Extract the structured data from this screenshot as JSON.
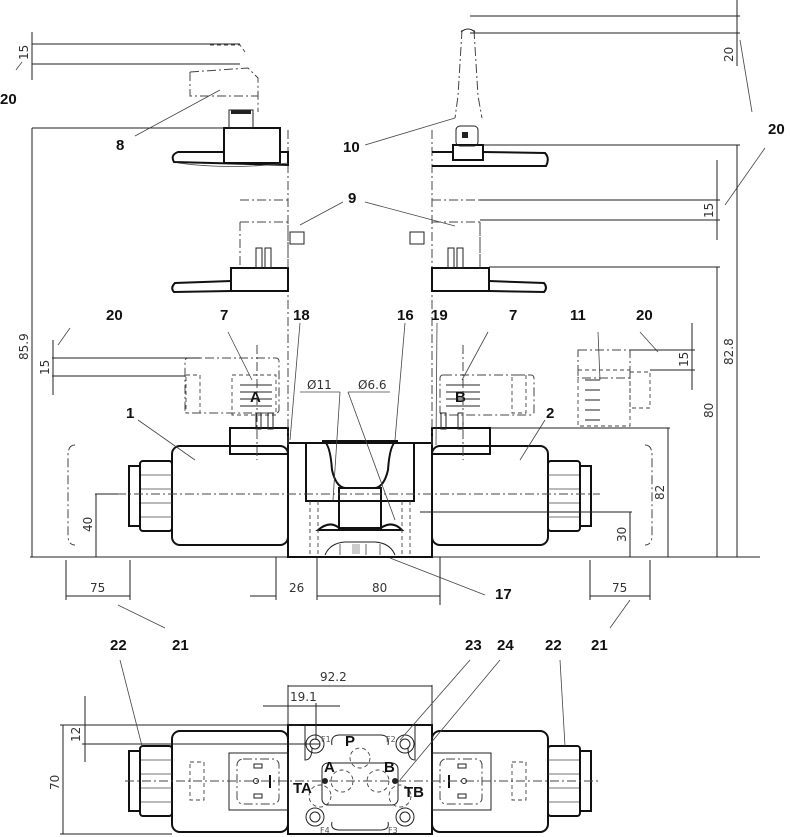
{
  "title": "Directional valve dimension drawing",
  "callouts": {
    "c1": "1",
    "c2": "2",
    "c7a": "7",
    "c7b": "7",
    "c8": "8",
    "c9": "9",
    "c10": "10",
    "c11": "11",
    "c16": "16",
    "c17": "17",
    "c18": "18",
    "c19": "19",
    "c20a": "20",
    "c20b": "20",
    "c20c": "20",
    "c20d": "20",
    "c21a": "21",
    "c21b": "21",
    "c22a": "22",
    "c22b": "22",
    "c23": "23",
    "c24": "24"
  },
  "dimensions": {
    "d15_top_left": "15",
    "d20_top_right": "20",
    "d15_right_mid": "15",
    "d15_left_mid": "15",
    "d15_right_small": "15",
    "d85_9": "85.9",
    "d82_8": "82.8",
    "d80_vert": "80",
    "d82": "82",
    "d40": "40",
    "d30": "30",
    "d75_left": "75",
    "d26": "26",
    "d80_horiz": "80",
    "d75_right": "75",
    "d_dia11": "Ø11",
    "d_dia6_6": "Ø6.6",
    "d92_2": "92.2",
    "d19_1": "19.1",
    "d12": "12",
    "d70": "70"
  },
  "coil_labels": {
    "left": "A",
    "right": "B"
  },
  "ports": {
    "p": "P",
    "a": "A",
    "b": "B",
    "ta": "TA",
    "tb": "TB",
    "f1": "F1",
    "f2": "F2",
    "f3": "F3",
    "f4": "F4"
  },
  "icons": [
    "hex-nut-icon",
    "plug-connector-icon",
    "led-connector-icon",
    "screw-hole-icon"
  ]
}
